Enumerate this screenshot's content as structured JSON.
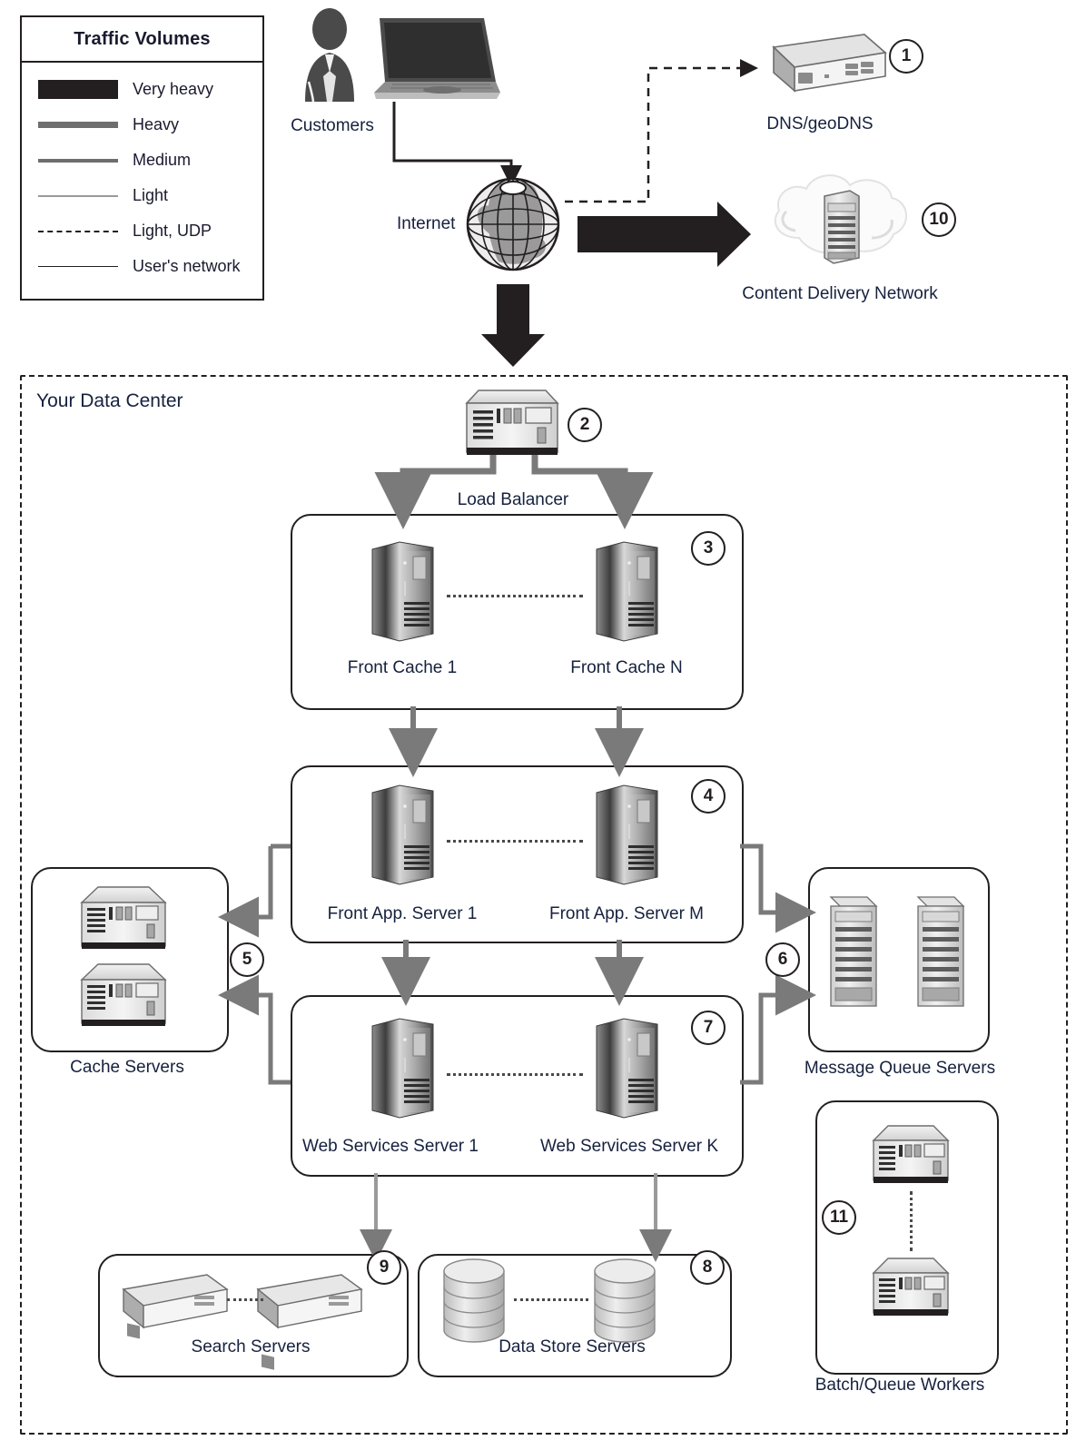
{
  "legend": {
    "title": "Traffic Volumes",
    "items": [
      {
        "label": "Very heavy",
        "style": "very-heavy",
        "color": "#231f20"
      },
      {
        "label": "Heavy",
        "style": "heavy",
        "color": "#6e6e6e"
      },
      {
        "label": "Medium",
        "style": "medium",
        "color": "#6e6e6e"
      },
      {
        "label": "Light",
        "style": "light",
        "color": "#9a9a9a"
      },
      {
        "label": "Light, UDP",
        "style": "light-udp",
        "color": "#231f20"
      },
      {
        "label": "User's network",
        "style": "users-network",
        "color": "#231f20"
      }
    ]
  },
  "nodes": {
    "customers": "Customers",
    "internet": "Internet",
    "dns": "DNS/geoDNS",
    "cdn": "Content Delivery Network",
    "datacenter": "Your Data Center",
    "load_balancer": "Load Balancer",
    "front_cache_1": "Front Cache 1",
    "front_cache_n": "Front Cache N",
    "front_app_1": "Front App. Server 1",
    "front_app_m": "Front App. Server M",
    "web_services_1": "Web Services Server 1",
    "web_services_k": "Web Services Server K",
    "cache_servers": "Cache Servers",
    "message_queue_servers": "Message Queue Servers",
    "search_servers": "Search Servers",
    "data_store_servers": "Data Store Servers",
    "batch_queue_workers": "Batch/Queue Workers"
  },
  "markers": {
    "dns": "1",
    "load_balancer": "2",
    "front_cache": "3",
    "front_app": "4",
    "cache_servers": "5",
    "message_queue": "6",
    "web_services": "7",
    "data_store": "8",
    "search": "9",
    "cdn": "10",
    "batch_queue": "11"
  },
  "colors": {
    "ink": "#231f20",
    "text": "#16213e",
    "heavy": "#6e6e6e",
    "very_heavy": "#231f20",
    "device_light": "#e9e9e9",
    "device_mid": "#b8b8b8",
    "device_dark": "#5a5a5a"
  }
}
